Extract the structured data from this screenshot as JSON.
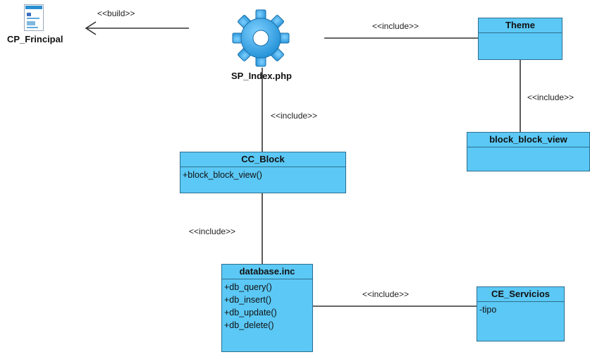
{
  "nodes": {
    "cp_principal": {
      "label": "CP_Frincipal"
    },
    "sp_index": {
      "label": "SP_Index.php"
    },
    "theme": {
      "name": "Theme"
    },
    "block_view": {
      "name": "block_block_view"
    },
    "cc_block": {
      "name": "CC_Block",
      "operations": [
        "+block_block_view()"
      ]
    },
    "database": {
      "name": "database.inc",
      "operations": [
        "+db_query()",
        "+db_insert()",
        "+db_update()",
        "+db_delete()"
      ]
    },
    "ce_servicios": {
      "name": "CE_Servicios",
      "attributes": [
        "-tipo"
      ]
    }
  },
  "relations": {
    "build": "<<build>>",
    "include_theme": "<<include>>",
    "include_theme_block": "<<include>>",
    "include_sp_cc": "<<include>>",
    "include_cc_db": "<<include>>",
    "include_db_ce": "<<include>>"
  },
  "colors": {
    "class_fill": "#5bc8f5",
    "class_border": "#2f6f8f",
    "gear": "#3aa9e8",
    "line": "#333333"
  }
}
